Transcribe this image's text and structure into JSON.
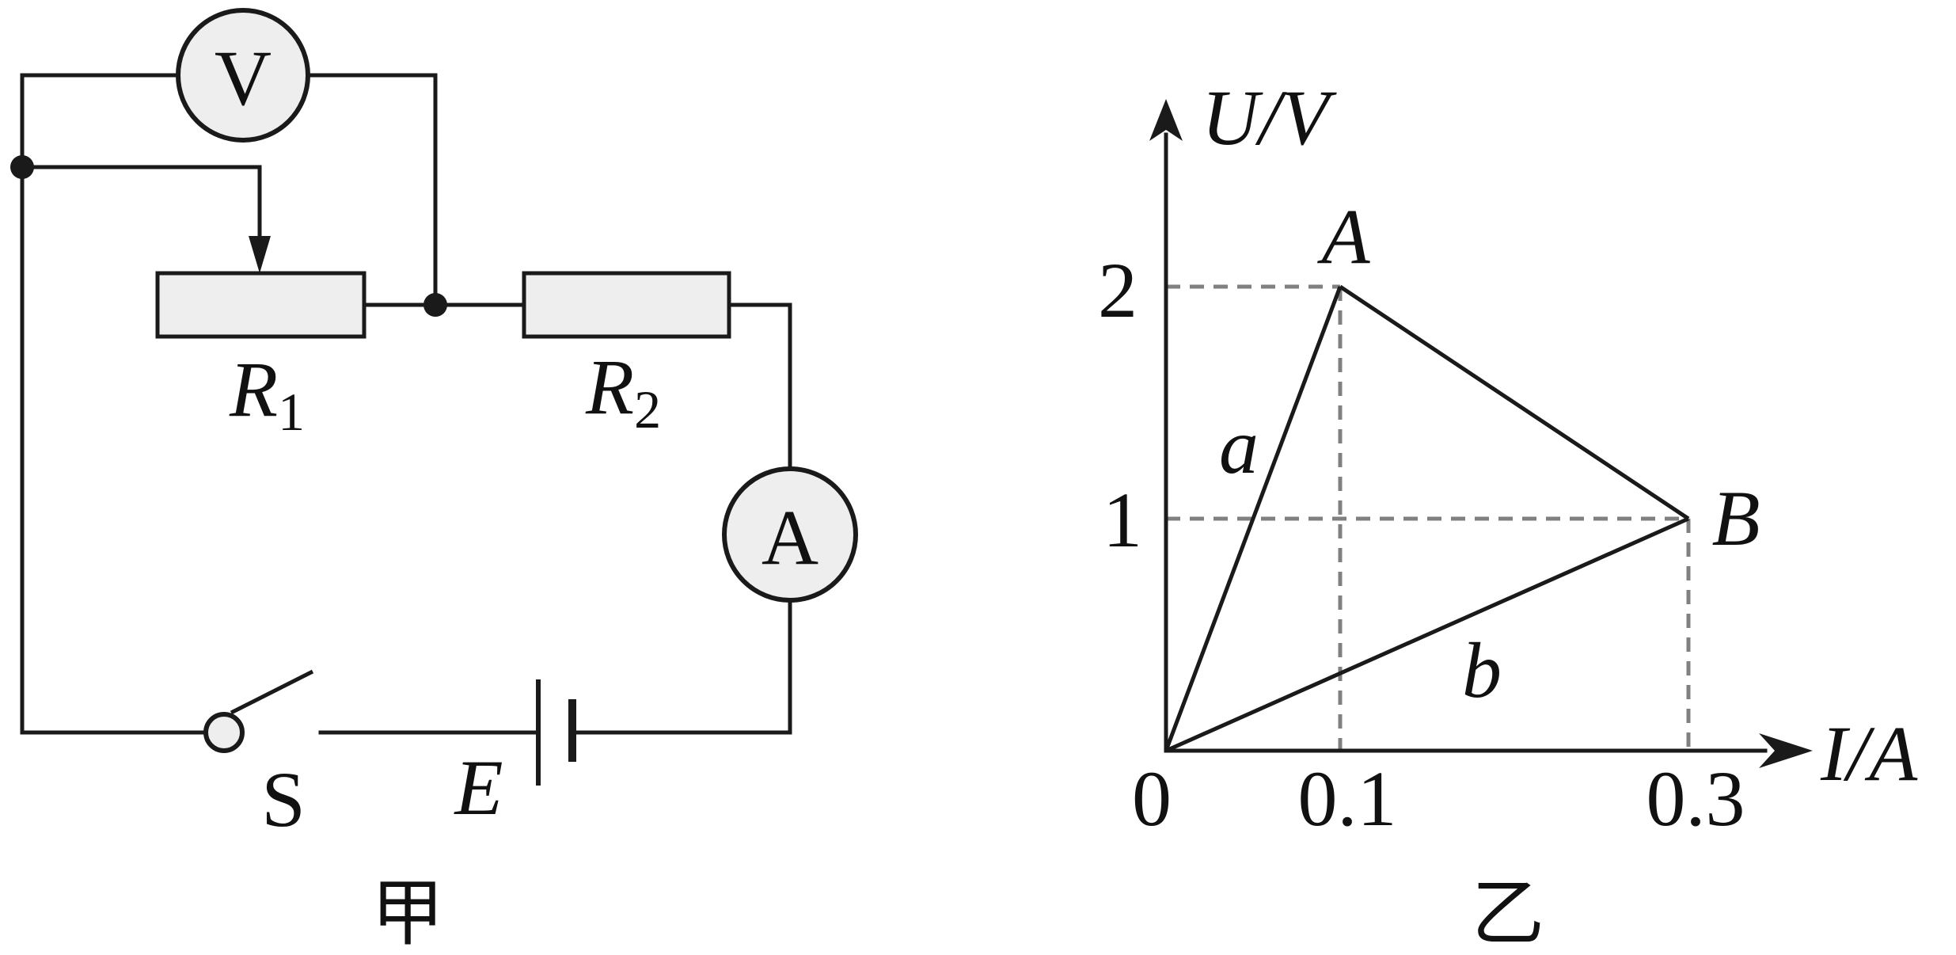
{
  "circuit": {
    "voltmeter": "V",
    "ammeter": "A",
    "r1_main": "R",
    "r1_sub": "1",
    "r2_main": "R",
    "r2_sub": "2",
    "switch": "S",
    "battery": "E",
    "caption": "甲"
  },
  "graph": {
    "y_axis_label": "U/V",
    "x_axis_label": "I/A",
    "origin_label": "0",
    "x_ticks": [
      "0.1",
      "0.3"
    ],
    "y_ticks": [
      "1",
      "2"
    ],
    "point_a": "A",
    "point_b": "B",
    "line_a": "a",
    "line_b": "b",
    "caption": "乙"
  },
  "chart_data": {
    "type": "line",
    "xlabel": "I/A",
    "ylabel": "U/V",
    "x_ticks": [
      0.1,
      0.3
    ],
    "y_ticks": [
      1,
      2
    ],
    "points": [
      {
        "label": "A",
        "x": 0.1,
        "y": 2
      },
      {
        "label": "B",
        "x": 0.3,
        "y": 1
      }
    ],
    "series": [
      {
        "name": "a",
        "x": [
          0,
          0.1
        ],
        "y": [
          0,
          2
        ]
      },
      {
        "name": "b",
        "x": [
          0,
          0.3
        ],
        "y": [
          0,
          1
        ]
      },
      {
        "name": "",
        "x": [
          0.1,
          0.3
        ],
        "y": [
          2,
          1
        ]
      }
    ]
  }
}
